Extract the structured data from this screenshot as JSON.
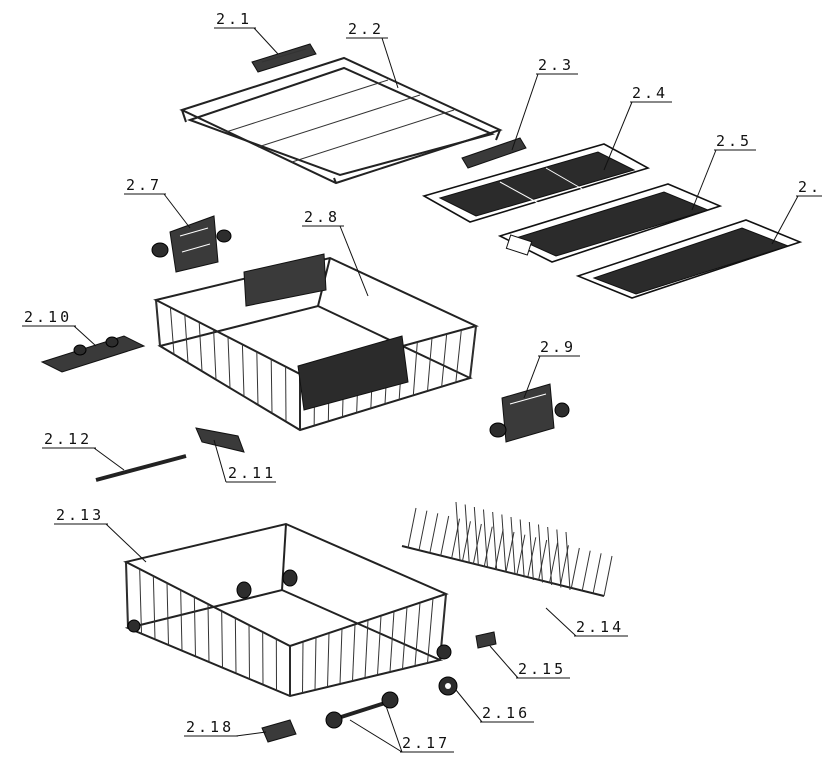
{
  "labels": {
    "l2_1": "2.1",
    "l2_2": "2.2",
    "l2_3": "2.3",
    "l2_4": "2.4",
    "l2_5": "2.5",
    "l2_6": "2.",
    "l2_7": "2.7",
    "l2_8": "2.8",
    "l2_9": "2.9",
    "l2_10": "2.10",
    "l2_11": "2.11",
    "l2_12": "2.12",
    "l2_13": "2.13",
    "l2_14": "2.14",
    "l2_15": "2.15",
    "l2_16": "2.16",
    "l2_17": "2.17",
    "l2_18": "2.18"
  }
}
